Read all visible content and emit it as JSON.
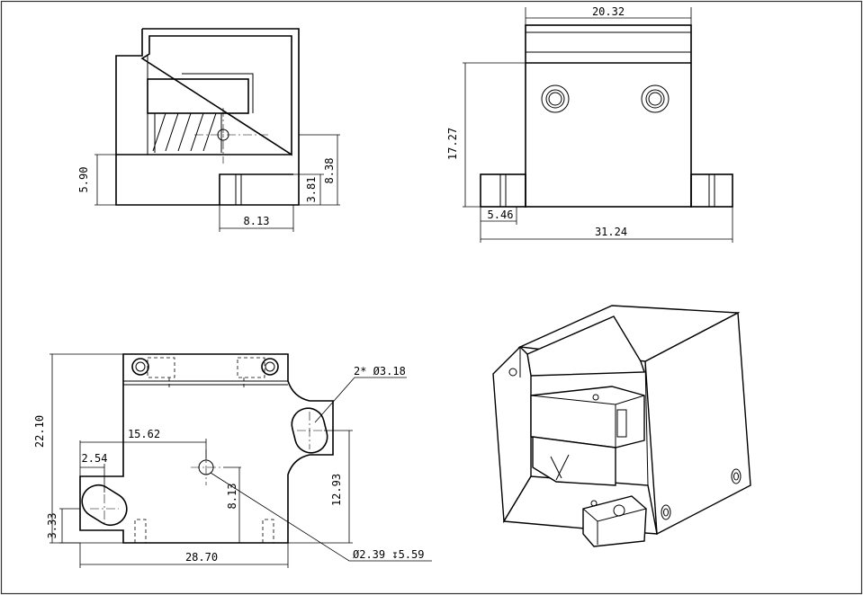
{
  "dimensions": {
    "side_height_590": "5.90",
    "side_width_813": "8.13",
    "side_height_381": "3.81",
    "side_height_838": "8.38",
    "front_width_2032": "20.32",
    "front_height_1727": "17.27",
    "front_tab_546": "5.46",
    "front_width_3124": "31.24",
    "top_height_2210": "22.10",
    "top_offset_1562": "15.62",
    "top_offset_254": "2.54",
    "top_height_333": "3.33",
    "top_height_813": "8.13",
    "top_height_1293": "12.93",
    "top_width_2870": "28.70",
    "hole_slot_callout": "2* Ø3.18",
    "hole_depth_callout": "Ø2.39 ↧5.59"
  }
}
